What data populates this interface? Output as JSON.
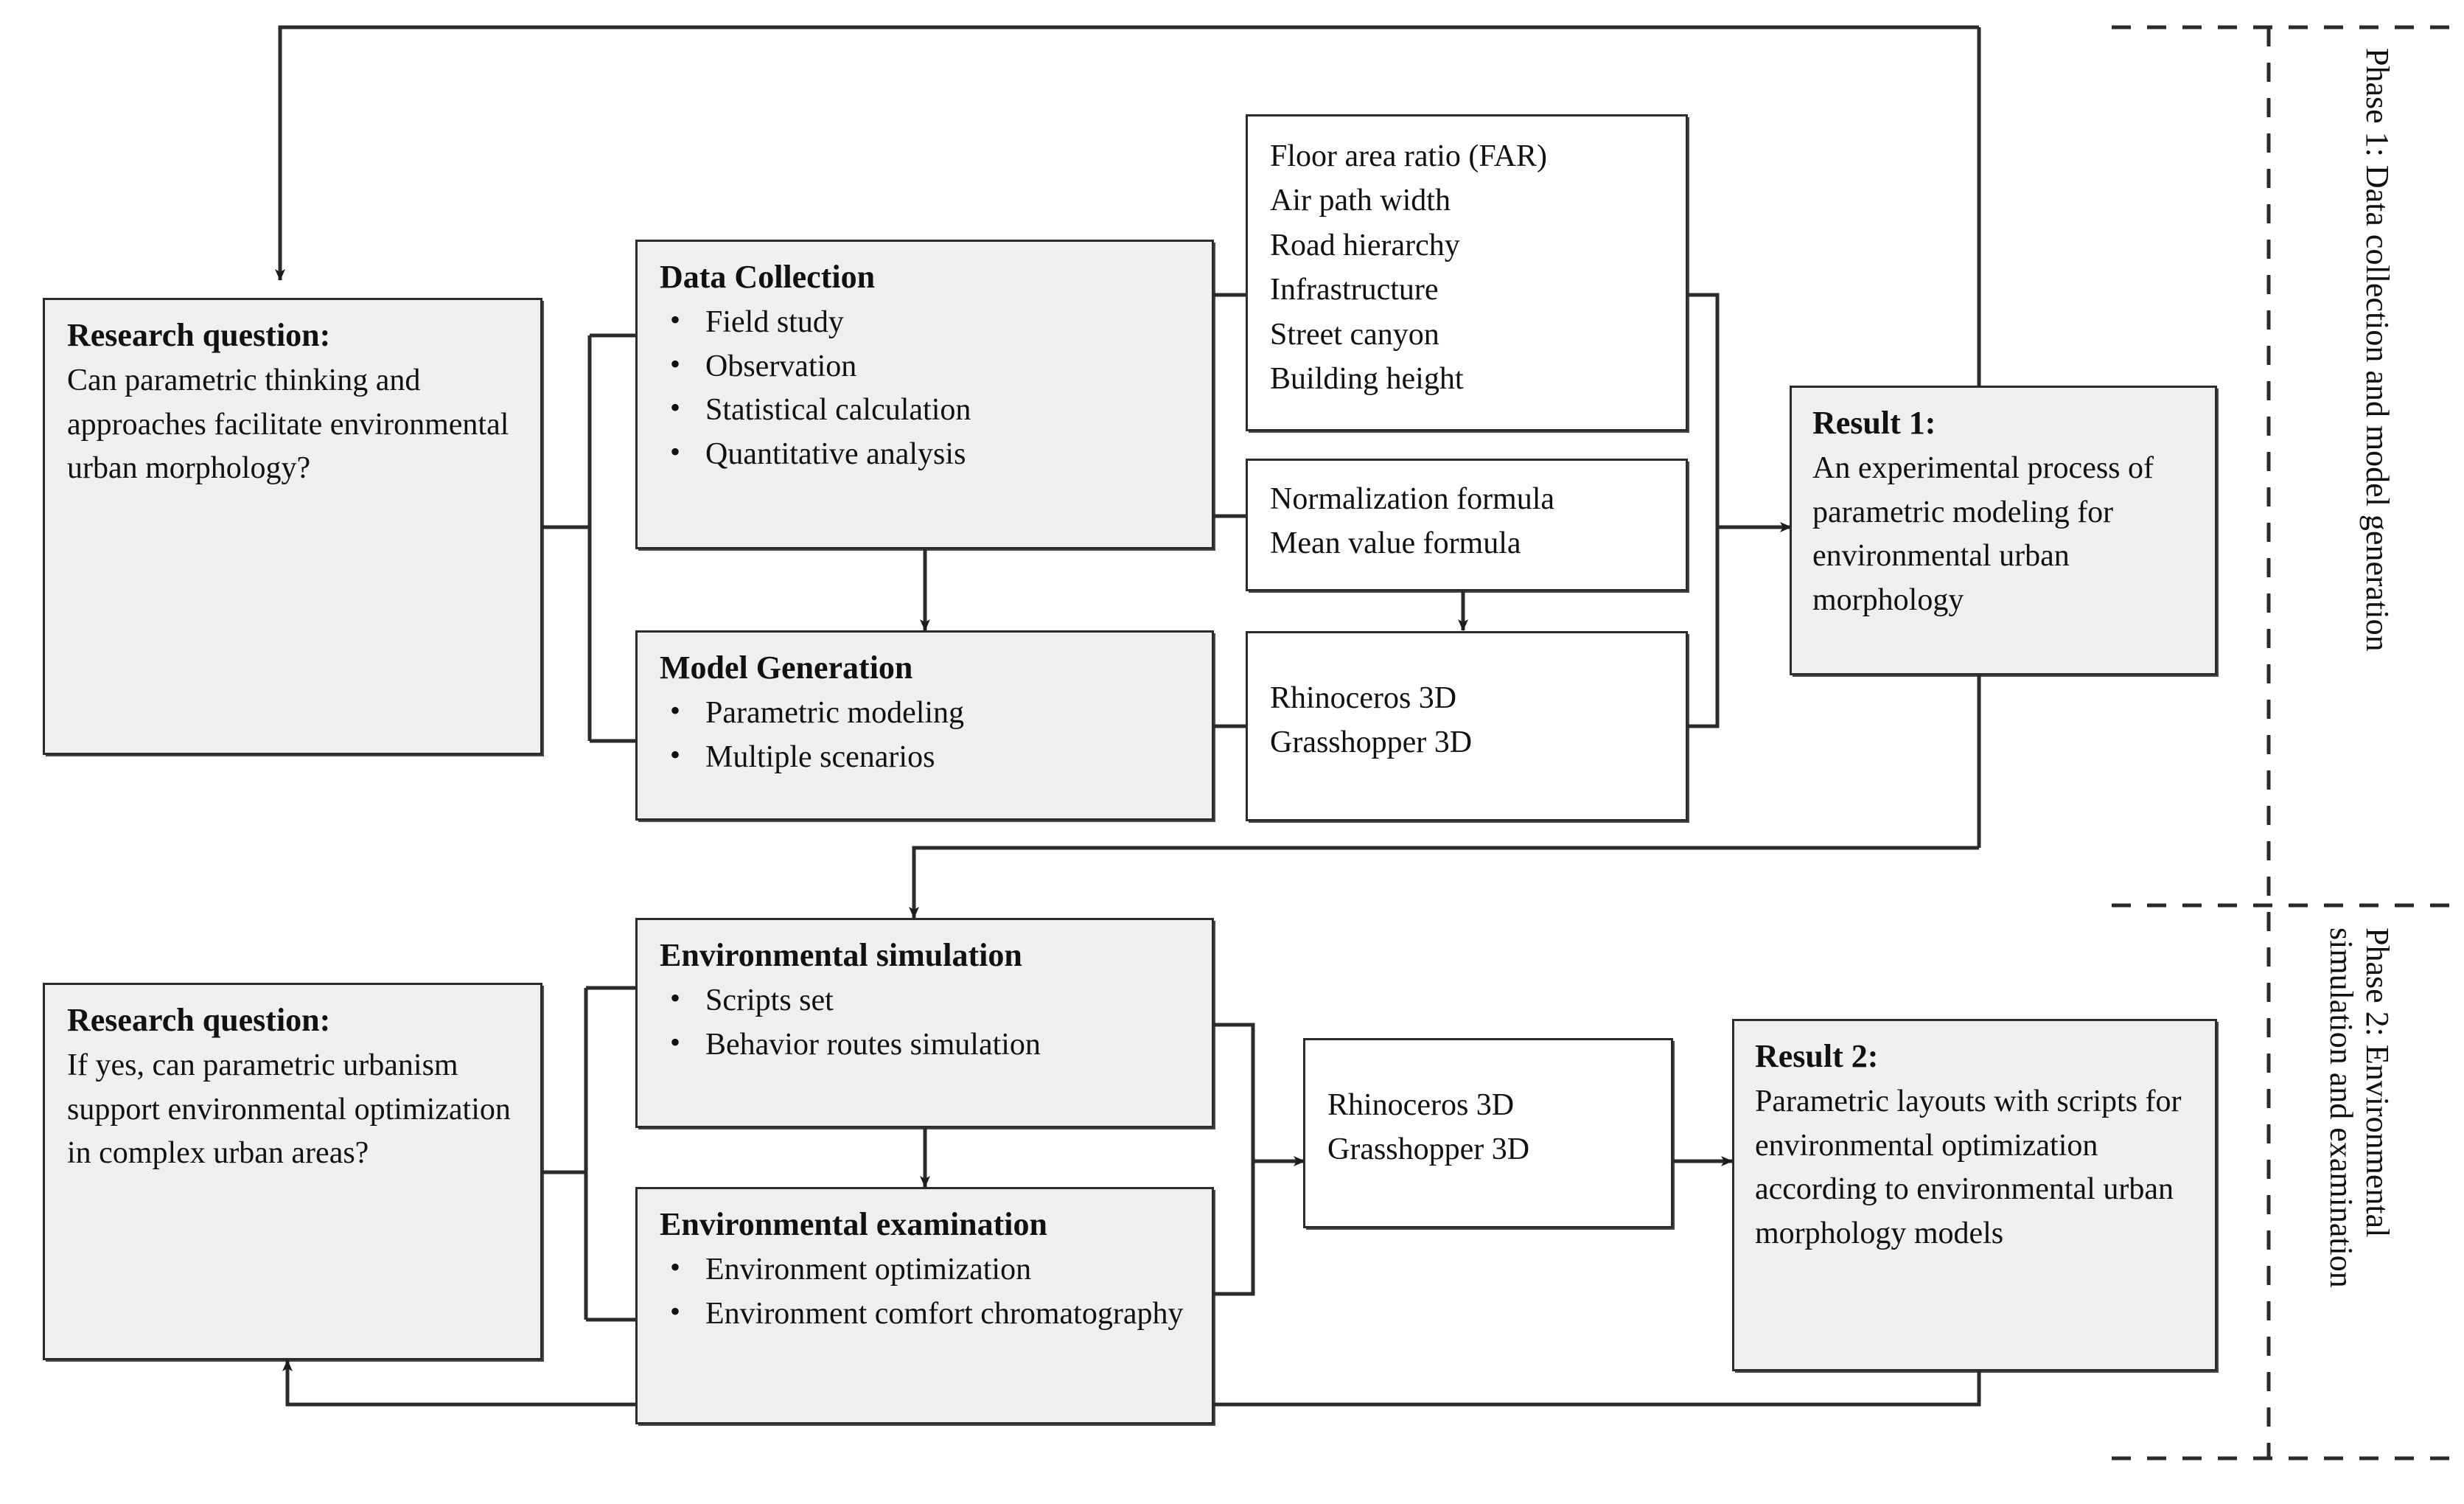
{
  "diagram": {
    "title": "Research framework flowchart",
    "box_fill": "#efefef",
    "box_plain_fill": "#ffffff",
    "line_color": "#2b2b2b"
  },
  "phase1": {
    "research_question": {
      "title": "Research question:",
      "body": "Can parametric thinking and approaches facilitate environmental urban morphology?"
    },
    "data_collection": {
      "title": "Data Collection",
      "items": [
        "Field study",
        "Observation",
        "Statistical calculation",
        "Quantitative analysis"
      ]
    },
    "model_generation": {
      "title": "Model Generation",
      "items": [
        "Parametric modeling",
        "Multiple scenarios"
      ]
    },
    "parameters": {
      "lines": [
        "Floor area ratio (FAR)",
        "Air path width",
        "Road hierarchy",
        "Infrastructure",
        "Street canyon",
        "Building height"
      ]
    },
    "formulas": {
      "lines": [
        "Normalization formula",
        "Mean value formula"
      ]
    },
    "software": {
      "lines": [
        "Rhinoceros 3D",
        "Grasshopper 3D"
      ]
    },
    "result": {
      "title": "Result 1:",
      "body": "An experimental process of parametric modeling for environmental urban morphology"
    },
    "label": "Phase 1: Data collection and model generation"
  },
  "phase2": {
    "research_question": {
      "title": "Research question:",
      "body": "If yes, can parametric urbanism support environmental optimization in complex urban areas?"
    },
    "environmental_simulation": {
      "title": "Environmental simulation",
      "items": [
        "Scripts set",
        "Behavior routes simulation"
      ]
    },
    "environmental_examination": {
      "title": "Environmental examination",
      "items": [
        "Environment optimization",
        "Environment comfort chromatography"
      ]
    },
    "software": {
      "lines": [
        "Rhinoceros 3D",
        "Grasshopper 3D"
      ]
    },
    "result": {
      "title": "Result 2:",
      "body": "Parametric layouts with scripts for environmental optimization according to environmental urban morphology models"
    },
    "label_line1": "Phase 2: Environmental",
    "label_line2": "simulation and examination"
  }
}
